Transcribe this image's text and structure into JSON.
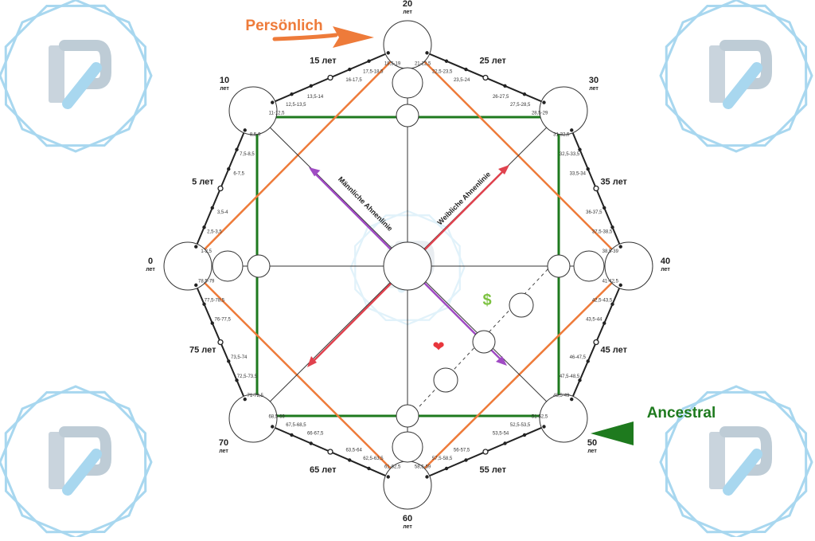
{
  "labels": {
    "personal": "Persönlich",
    "ancestral": "Ancestral",
    "male_line": "Männliche Ahnenlinie",
    "female_line": "Weibliche Ahnenlinie",
    "dollar": "$",
    "heart": "❤"
  },
  "colors": {
    "personal": "#ee7b3a",
    "ancestral": "#1e7a1e",
    "male_line": "#a04bc4",
    "female_line": "#e0424e",
    "dollar": "#7dc242",
    "heart": "#e8363c",
    "watermark": "#9fd3ee"
  },
  "icons": [
    "watermark-logo-icon",
    "heart-icon",
    "dollar-icon",
    "arrow-icon"
  ],
  "vertices": [
    {
      "age": "0",
      "unit": "лет"
    },
    {
      "age": "10",
      "unit": "лет"
    },
    {
      "age": "20",
      "unit": "лет"
    },
    {
      "age": "30",
      "unit": "лет"
    },
    {
      "age": "40",
      "unit": "лет"
    },
    {
      "age": "50",
      "unit": "лет"
    },
    {
      "age": "60",
      "unit": "лет"
    },
    {
      "age": "70",
      "unit": "лет"
    }
  ],
  "five_year_marks": [
    "5 лет",
    "15 лет",
    "25 лет",
    "35 лет",
    "45 лет",
    "55 лет",
    "65 лет",
    "75 лет"
  ],
  "ranges": {
    "e0": [
      "1-2,5",
      "2,5-3,5",
      "3,5-4",
      "6-7,5",
      "7,5-8,5",
      "8,5-9"
    ],
    "e1": [
      "11-12,5",
      "12,5-13,5",
      "13,5-14",
      "16-17,5",
      "17,5-18,5",
      "18,5-19"
    ],
    "e2": [
      "21-22,5",
      "22,5-23,5",
      "23,5-24",
      "26-27,5",
      "27,5-28,5",
      "28,5-29"
    ],
    "e3": [
      "31-32,5",
      "32,5-33,5",
      "33,5-34",
      "36-37,5",
      "37,5-38,5",
      "38,5-39"
    ],
    "e4": [
      "41-42,5",
      "42,5-43,5",
      "43,5-44",
      "46-47,5",
      "47,5-48,5",
      "48,5-49"
    ],
    "e5": [
      "51-52,5",
      "52,5-53,5",
      "53,5-54",
      "56-57,5",
      "57,5-58,5",
      "58,5-59"
    ],
    "e6": [
      "61-62,5",
      "62,5-63,5",
      "63,5-64",
      "66-67,5",
      "67,5-68,5",
      "68,5-69"
    ],
    "e7": [
      "71-72,5",
      "72,5-73,5",
      "73,5-74",
      "76-77,5",
      "77,5-78,5",
      "78,5-79"
    ]
  }
}
